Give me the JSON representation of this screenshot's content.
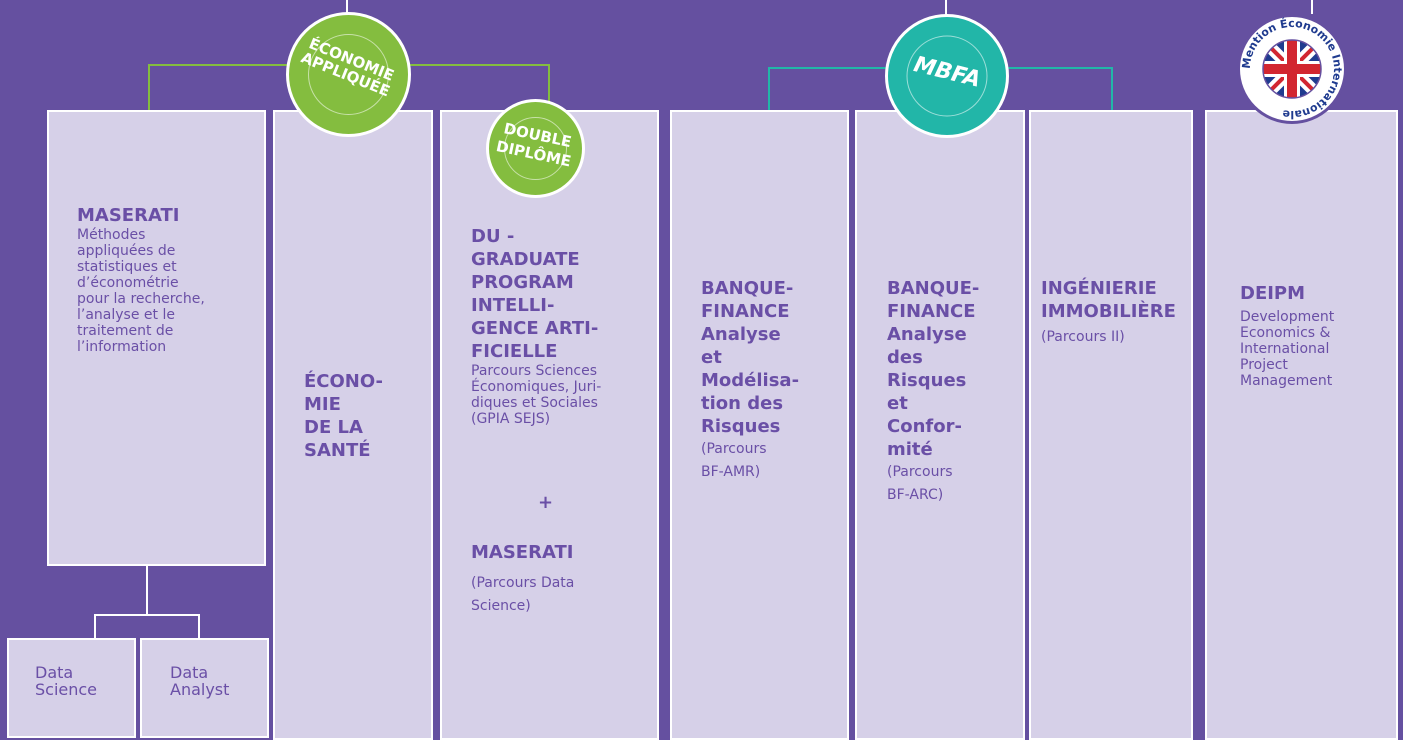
{
  "colors": {
    "background": "#6550a0",
    "box": "#d6d0e8",
    "text": "#6a4fa6",
    "green": "#84bd3f",
    "teal": "#22b6a8",
    "uk_blue": "#1f3b8f",
    "uk_red": "#d22630"
  },
  "badges": {
    "economie": {
      "line1": "ÉCONOMIE",
      "line2": "APPLIQUÉE"
    },
    "double": {
      "line1": "DOUBLE",
      "line2": "DIPLÔME"
    },
    "mbfa": {
      "label": "MBFA"
    },
    "mention": {
      "text": "Mention Économie Internationale"
    }
  },
  "programs": {
    "maserati": {
      "title": "MASERATI",
      "desc_lines": [
        "Méthodes",
        "appliquées de",
        "statistiques et",
        "d’économétrie",
        "pour la recherche,",
        "l’analyse et le",
        "traitement de",
        "l’information"
      ],
      "sub1": {
        "line1": "Data",
        "line2": "Science"
      },
      "sub2": {
        "line1": "Data",
        "line2": "Analyst"
      }
    },
    "sante": {
      "title_lines": [
        "ÉCONO-",
        "MIE",
        "DE LA",
        "SANTÉ"
      ]
    },
    "du": {
      "title_lines": [
        "DU -",
        "GRADUATE",
        "PROGRAM",
        "INTELLI-",
        "GENCE ARTI-",
        "FICIELLE"
      ],
      "desc_lines": [
        "Parcours Sciences",
        "Économiques, Juri-",
        "diques et Sociales",
        "(GPIA SEJS)"
      ],
      "plus": "+",
      "second_title": "MASERATI",
      "second_desc_lines": [
        "(Parcours Data",
        "Science)"
      ]
    },
    "bf_amr": {
      "title_lines": [
        "BANQUE-",
        "FINANCE",
        "Analyse",
        "et",
        "Modélisa-",
        "tion des",
        "Risques"
      ],
      "desc_lines": [
        "(Parcours",
        "BF-AMR)"
      ]
    },
    "bf_arc": {
      "title_lines": [
        "BANQUE-",
        "FINANCE",
        "Analyse",
        "des",
        "Risques",
        "et",
        "Confor-",
        "mité"
      ],
      "desc_lines": [
        "(Parcours",
        "BF-ARC)"
      ]
    },
    "immo": {
      "title_lines": [
        "INGÉNIERIE",
        "IMMOBILIÈRE"
      ],
      "desc": "(Parcours II)"
    },
    "deipm": {
      "title": "DEIPM",
      "desc_lines": [
        "Development",
        "Economics &",
        "International",
        "Project",
        "Management"
      ]
    }
  }
}
